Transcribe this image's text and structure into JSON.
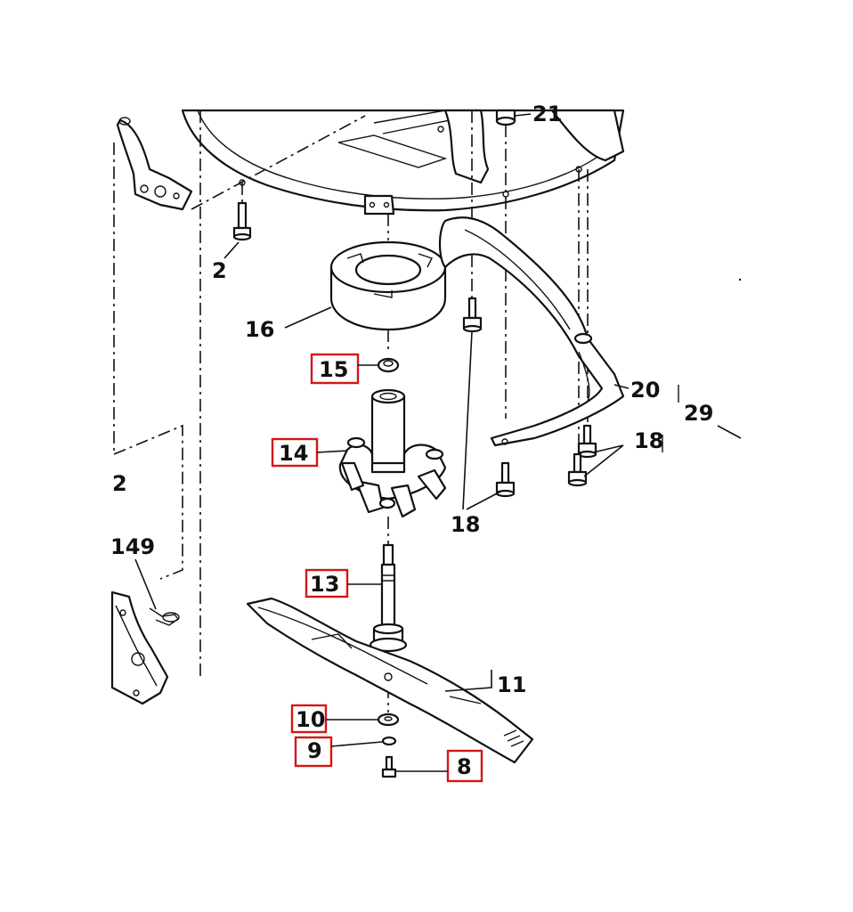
{
  "callouts": {
    "c21": "21",
    "c2_top": "2",
    "c16": "16",
    "c15": "15",
    "c14": "14",
    "c13": "13",
    "c11": "11",
    "c10": "10",
    "c9": "9",
    "c8": "8",
    "c20": "20",
    "c29": "29",
    "c18_right": "18",
    "c18_bottom": "18",
    "c2_left": "2",
    "c149": "149"
  },
  "highlight_color": "#d41616"
}
